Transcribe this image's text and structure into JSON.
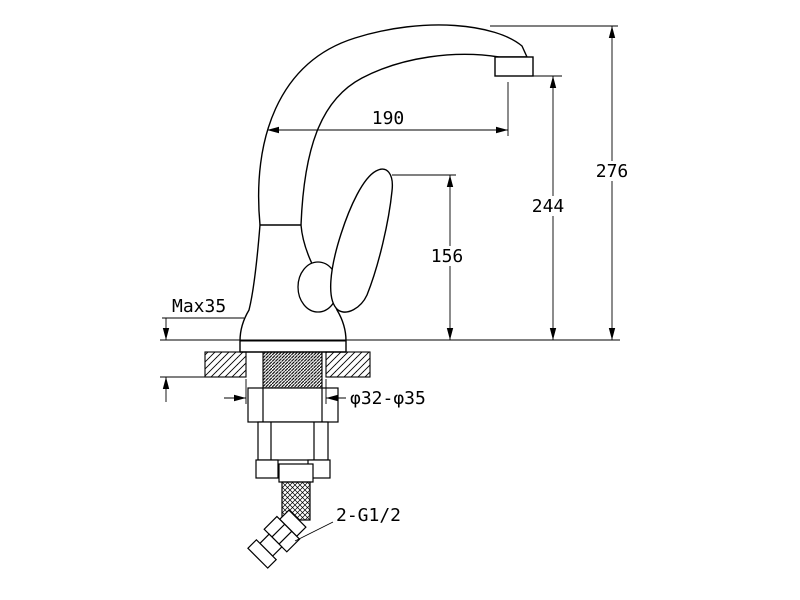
{
  "page": {
    "background_color": "#ffffff",
    "line_color": "#000000"
  },
  "drawing": {
    "subject": "kitchen-faucet-installation-dimension-drawing",
    "labels": {
      "spout_reach": "190",
      "outlet_height": "244",
      "overall_height": "276",
      "handle_height": "156",
      "max_deck_thickness": "Max35",
      "mounting_hole_diameter": "φ32-φ35",
      "supply_hose_thread": "2-G1/2"
    }
  }
}
